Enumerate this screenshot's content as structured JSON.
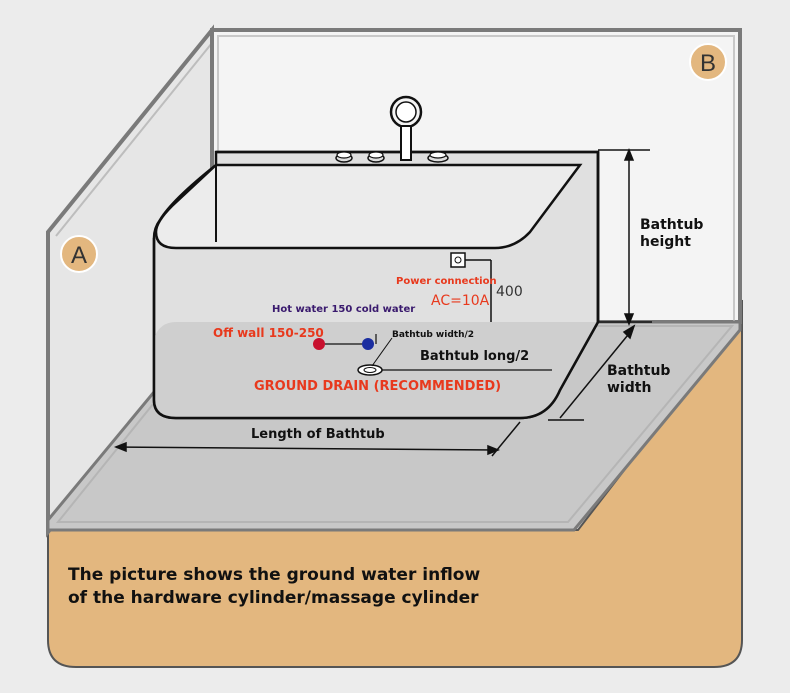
{
  "badges": {
    "a": "A",
    "b": "B"
  },
  "labels": {
    "bathtub_height_1": "Bathtub",
    "bathtub_height_2": "height",
    "bathtub_width_1": "Bathtub",
    "bathtub_width_2": "width",
    "power_connection": "Power connection",
    "power_rating": "AC=10A",
    "dim_400": "400",
    "hot_cold_water": "Hot water 150 cold water",
    "off_wall": "Off wall 150-250",
    "width_half": "Bathtub width/2",
    "long_half": "Bathtub long/2",
    "ground_drain": "GROUND DRAIN (RECOMMENDED)",
    "length": "Length of Bathtub"
  },
  "caption": {
    "line1": "The picture shows the ground water inflow",
    "line2": "of the hardware cylinder/massage cylinder"
  },
  "colors": {
    "background": "#ececec",
    "wall_fill": "#e6e6e6",
    "back_wall": "#f4f4f4",
    "floor": "#c8c8c8",
    "base": "#e3b77f",
    "frame": "#7a7a7a",
    "red_text": "#e8391d",
    "purple_text": "#3a1a6e",
    "hot_valve": "#c8102e",
    "cold_valve": "#1b2ea0"
  }
}
